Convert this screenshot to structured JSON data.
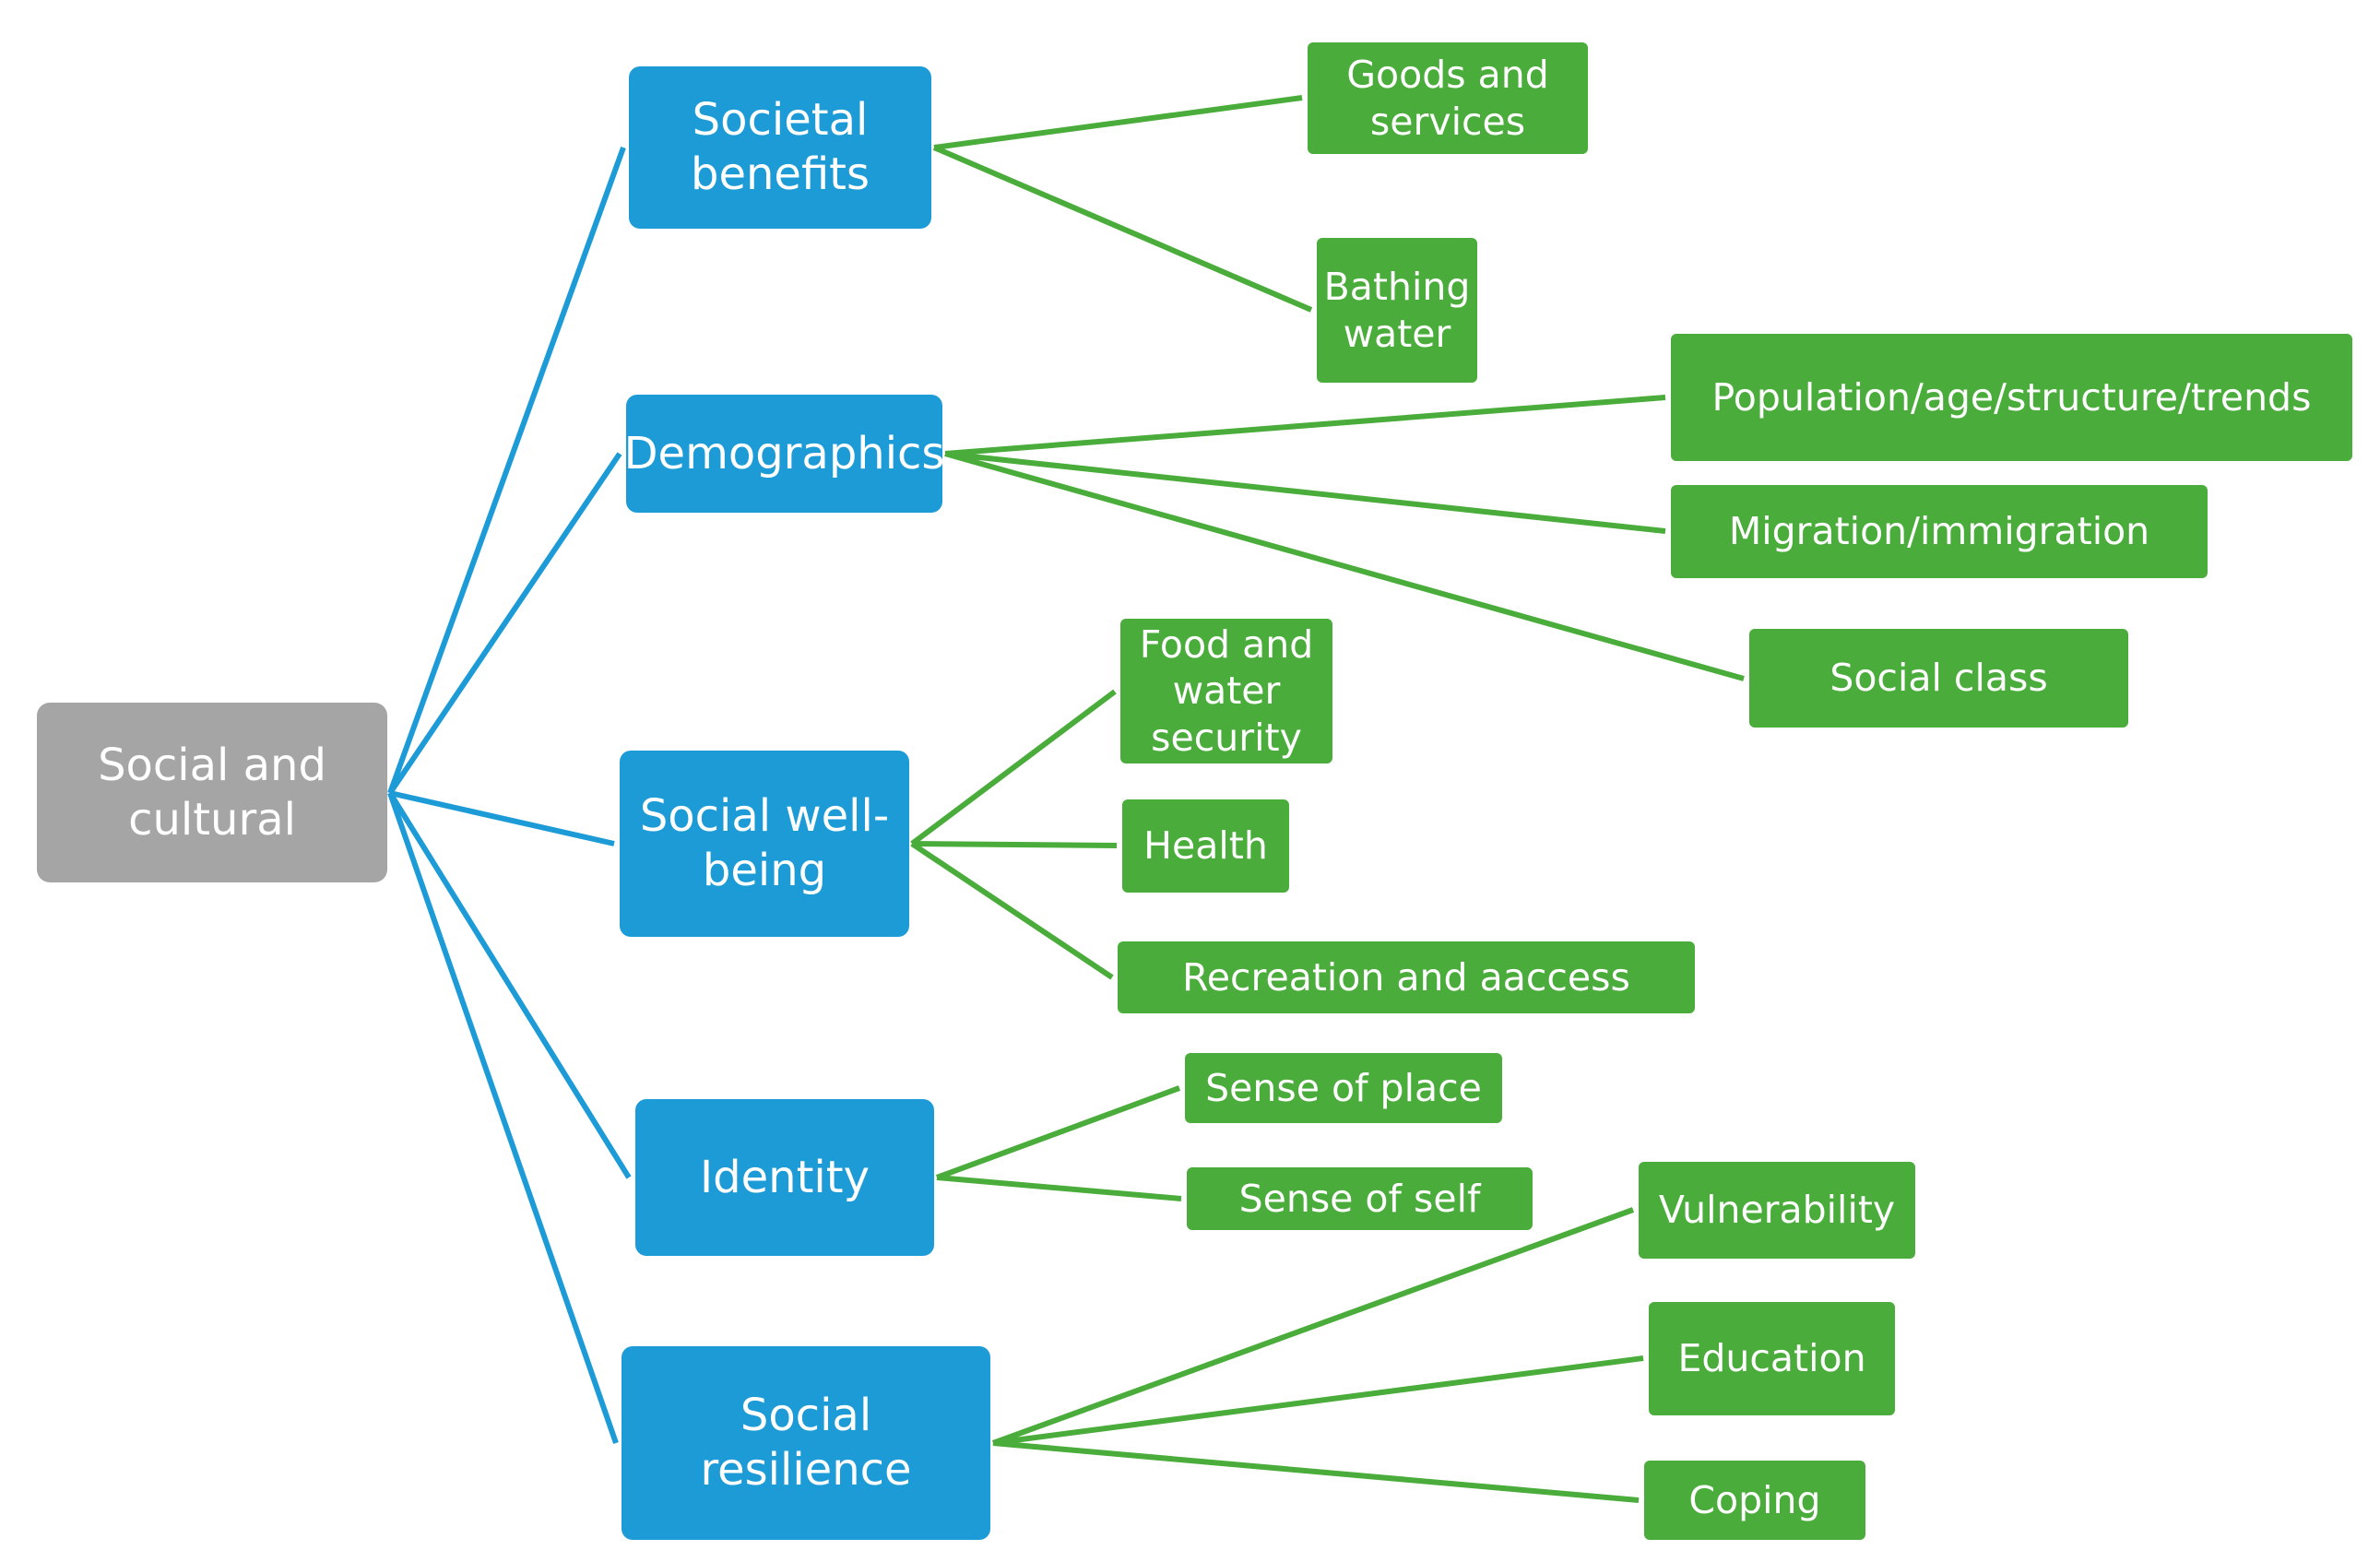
{
  "colors": {
    "root": "#a5a5a5",
    "category": "#1d9bd7",
    "leaf": "#4aac3a",
    "category_connector": "#1d9bd7",
    "leaf_connector": "#4aac3a",
    "text": "#ffffff"
  },
  "root": {
    "lines": [
      "Social and",
      "cultural"
    ]
  },
  "categories": [
    {
      "lines": [
        "Societal",
        "benefits"
      ],
      "leaves": [
        {
          "lines": [
            "Goods and",
            "services"
          ]
        },
        {
          "lines": [
            "Bathing",
            "water"
          ]
        }
      ]
    },
    {
      "lines": [
        "Demographics"
      ],
      "leaves": [
        {
          "lines": [
            "Population/age/structure/trends"
          ]
        },
        {
          "lines": [
            "Migration/immigration"
          ]
        },
        {
          "lines": [
            "Social class"
          ]
        }
      ]
    },
    {
      "lines": [
        "Social well-",
        "being"
      ],
      "leaves": [
        {
          "lines": [
            "Food and",
            "water",
            "security"
          ]
        },
        {
          "lines": [
            "Health"
          ]
        },
        {
          "lines": [
            "Recreation and aaccess"
          ]
        }
      ]
    },
    {
      "lines": [
        "Identity"
      ],
      "leaves": [
        {
          "lines": [
            "Sense of place"
          ]
        },
        {
          "lines": [
            "Sense of self"
          ]
        }
      ]
    },
    {
      "lines": [
        "Social resilience"
      ],
      "leaves": [
        {
          "lines": [
            "Vulnerability"
          ]
        },
        {
          "lines": [
            "Education"
          ]
        },
        {
          "lines": [
            "Coping"
          ]
        }
      ]
    }
  ]
}
